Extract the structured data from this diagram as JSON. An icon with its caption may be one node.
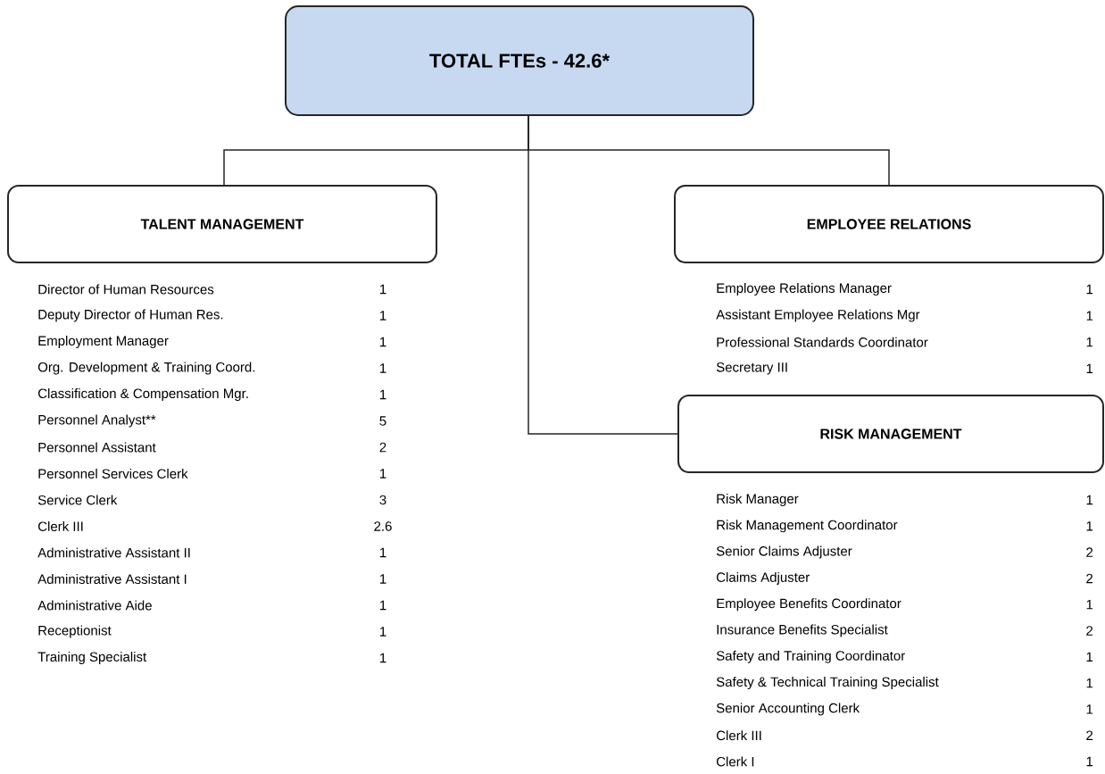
{
  "diagram": {
    "nodes": [
      {
        "text": [
          "TOTAL FTEs - 42.6*"
        ]
      },
      {
        "text": [
          "TALENT MANAGEMENT"
        ]
      },
      {
        "text": [
          "EMPLOYEE RELATIONS"
        ]
      },
      {
        "text": [
          "RISK MANAGEMENT"
        ]
      }
    ],
    "edges": [
      {
        "from": 0,
        "to": 1,
        "arrow": "none"
      },
      {
        "from": 0,
        "to": 2,
        "arrow": "none"
      },
      {
        "from": 0,
        "to": 3,
        "arrow": "none"
      }
    ],
    "labels": [
      "Director of Human Resources",
      "1",
      "Deputy Director of Human Res.",
      "1",
      "Employment Manager",
      "1",
      "Org. Development & Training Coord.",
      "1",
      "Classification & Compensation Mgr.",
      "1",
      "Personnel Analyst**",
      "5",
      "Personnel Assistant",
      "2",
      "Personnel Services Clerk",
      "1",
      "Service Clerk",
      "3",
      "Clerk III",
      "2.6",
      "Administrative Assistant II",
      "1",
      "Administrative Assistant I",
      "1",
      "Administrative Aide",
      "1",
      "Receptionist",
      "1",
      "Training Specialist",
      "1",
      "Employee Relations Manager",
      "1",
      "Assistant Employee Relations Mgr",
      "1",
      "Professional Standards Coordinator",
      "1",
      "Secretary III",
      "1",
      "Risk Manager",
      "1",
      "Risk Management Coordinator",
      "1",
      "Senior Claims Adjuster",
      "2",
      "Claims Adjuster",
      "2",
      "Employee Benefits Coordinator",
      "1",
      "Insurance Benefits Specialist",
      "2",
      "Safety and Training Coordinator",
      "1",
      "Safety & Technical Training Specialist",
      "1",
      "Senior Accounting Clerk",
      "1",
      "Clerk III",
      "2",
      "Clerk I",
      "1"
    ]
  }
}
